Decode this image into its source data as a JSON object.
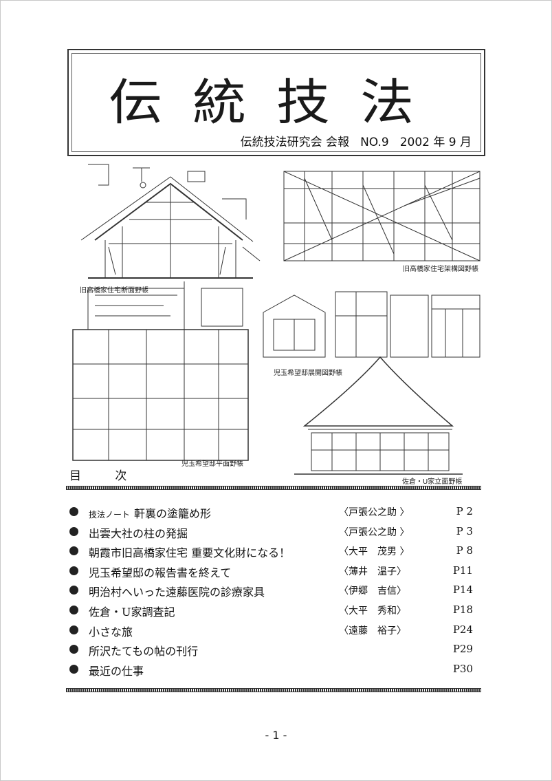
{
  "masthead": {
    "title": "伝統技法",
    "organization": "伝統技法研究会 会報",
    "issue": "NO.9",
    "date": "2002 年 9 月"
  },
  "captions": {
    "section_drawing": "旧高橋家住宅断面野帳",
    "frame_drawing": "旧高橋家住宅架構図野帳",
    "elevation_drawing": "児玉希望邸展開図野帳",
    "plan_drawing": "児玉希望邸平面野帳",
    "facade_drawing": "佐倉・U家立面野帳"
  },
  "toc": {
    "heading": "目 次",
    "items": [
      {
        "prefix": "技法ノート",
        "title": "軒裏の塗籠め形",
        "author": "〈戸張公之助 〉",
        "page": "P 2"
      },
      {
        "prefix": "",
        "title": "出雲大社の柱の発掘",
        "author": "〈戸張公之助 〉",
        "page": "P 3"
      },
      {
        "prefix": "",
        "title": "朝霞市旧高橋家住宅 重要文化財になる！",
        "author": "〈大平　茂男 〉",
        "page": "P 8"
      },
      {
        "prefix": "",
        "title": "児玉希望邸の報告書を終えて",
        "author": "〈薄井　温子〉",
        "page": "P11"
      },
      {
        "prefix": "",
        "title": "明治村へいった遠藤医院の診療家具",
        "author": "〈伊郷　吉信〉",
        "page": "P14"
      },
      {
        "prefix": "",
        "title": "佐倉・U家調査記",
        "author": "〈大平　秀和〉",
        "page": "P18"
      },
      {
        "prefix": "",
        "title": "小さな旅",
        "author": "〈遠藤　裕子〉",
        "page": "P24"
      },
      {
        "prefix": "",
        "title": "所沢たてもの帖の刊行",
        "author": "",
        "page": "P29"
      },
      {
        "prefix": "",
        "title": "最近の仕事",
        "author": "",
        "page": "P30"
      }
    ]
  },
  "folio": "- 1 -"
}
